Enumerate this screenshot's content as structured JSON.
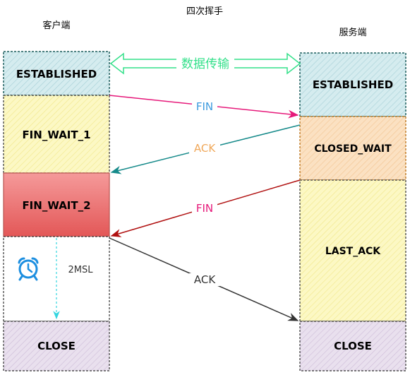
{
  "title": "四次挥手",
  "client": {
    "label": "客户端",
    "states": [
      "ESTABLISHED",
      "FIN_WAIT_1",
      "FIN_WAIT_2",
      "CLOSE"
    ]
  },
  "server": {
    "label": "服务端",
    "states": [
      "ESTABLISHED",
      "CLOSED_WAIT",
      "LAST_ACK",
      "CLOSE"
    ]
  },
  "data_transfer_label": "数据传输",
  "messages": {
    "fin1": "FIN",
    "ack1": "ACK",
    "fin2": "FIN",
    "ack2": "ACK"
  },
  "timer": {
    "icon": "alarm-clock-icon",
    "label": "2MSL"
  },
  "colors": {
    "established_fill": "#cfe8ec",
    "fin_wait_1_fill": "#fbf6b0",
    "fin_wait_2_fill": "#e85a5a",
    "close_fill": "#e1d5e7",
    "closed_wait_fill": "#fad7ac",
    "last_ack_fill": "#fbf6b0",
    "data_arrow": "#33e08a",
    "fin1_arrow": "#e6197a",
    "ack1_arrow": "#168a8a",
    "fin2_arrow": "#b01010",
    "ack2_arrow": "#333333",
    "timer_line": "#33d6e0",
    "clock": "#1d8fe0"
  }
}
